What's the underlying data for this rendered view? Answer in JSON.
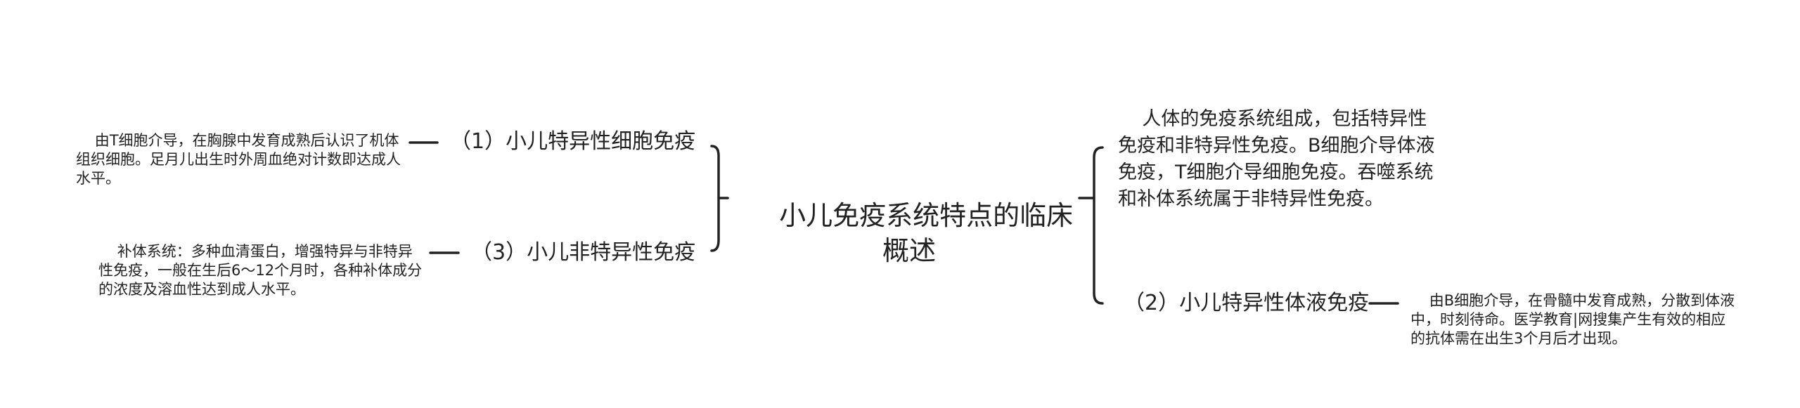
{
  "root": {
    "text": "小儿免疫系统特点的临床概述"
  },
  "left_branches": [
    {
      "label": "（1）小儿特异性细胞免疫",
      "detail": "由T细胞介导，在胸腺中发育成熟后认识了机体组织细胞。足月儿出生时外周血绝对计数即达成人水平。"
    },
    {
      "label": "（3）小儿非特异性免疫",
      "detail": "补体系统：多种血清蛋白，增强特异与非特异性免疫，一般在生后6～12个月时，各种补体成分的浓度及溶血性达到成人水平。"
    }
  ],
  "right_branches": [
    {
      "label": "",
      "detail": "人体的免疫系统组成，包括特异性免疫和非特异性免疫。B细胞介导体液免疫，T细胞介导细胞免疫。吞噬系统和补体系统属于非特异性免疫。"
    },
    {
      "label": "（2）小儿特异性体液免疫",
      "detail": "由B细胞介导，在骨髓中发育成熟，分散到体液中，时刻待命。医学教育|网搜集产生有效的相应的抗体需在出生3个月后才出现。"
    }
  ],
  "colors": {
    "text": "#222222",
    "line": "#222222",
    "background": "#ffffff"
  }
}
